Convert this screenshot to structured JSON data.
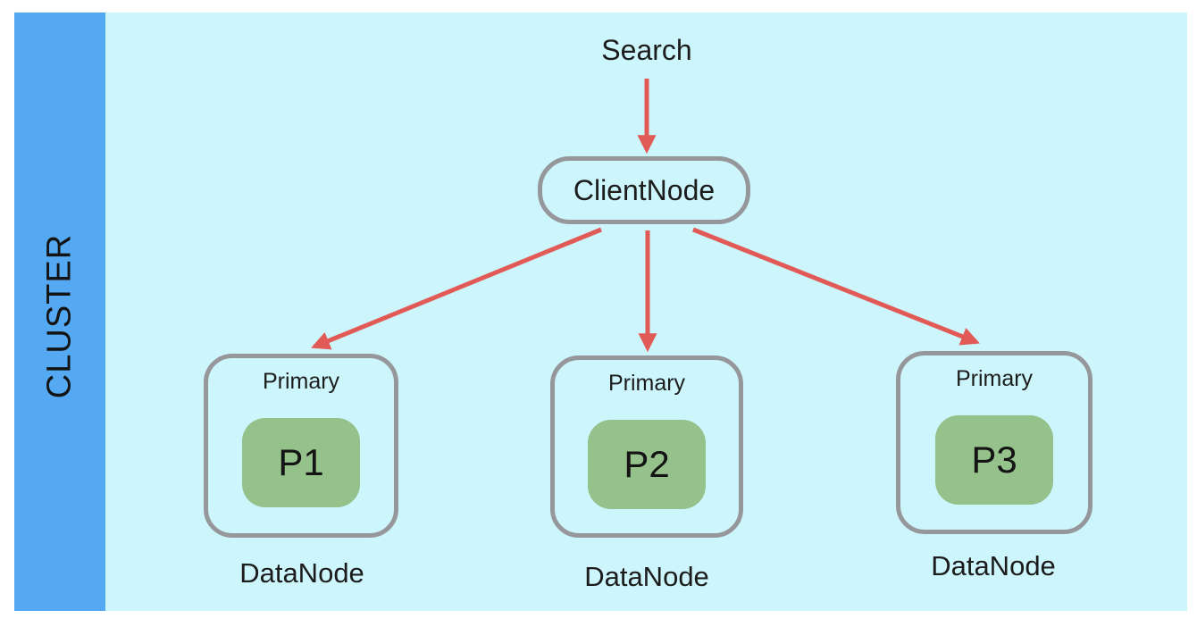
{
  "cluster": {
    "label": "CLUSTER"
  },
  "search": {
    "label": "Search"
  },
  "client_node": {
    "label": "ClientNode"
  },
  "data_nodes": [
    {
      "role_label": "Primary",
      "shard_label": "P1",
      "node_label": "DataNode"
    },
    {
      "role_label": "Primary",
      "shard_label": "P2",
      "node_label": "DataNode"
    },
    {
      "role_label": "Primary",
      "shard_label": "P3",
      "node_label": "DataNode"
    }
  ],
  "colors": {
    "page_white": "#ffffff",
    "sidebar_blue": "#55a8f2",
    "canvas_cyan": "#cdf5fc",
    "shard_green": "#95c18b",
    "arrow_red": "#e25a56",
    "border_gray": "#96979b",
    "text_black": "#1c1c1c"
  }
}
